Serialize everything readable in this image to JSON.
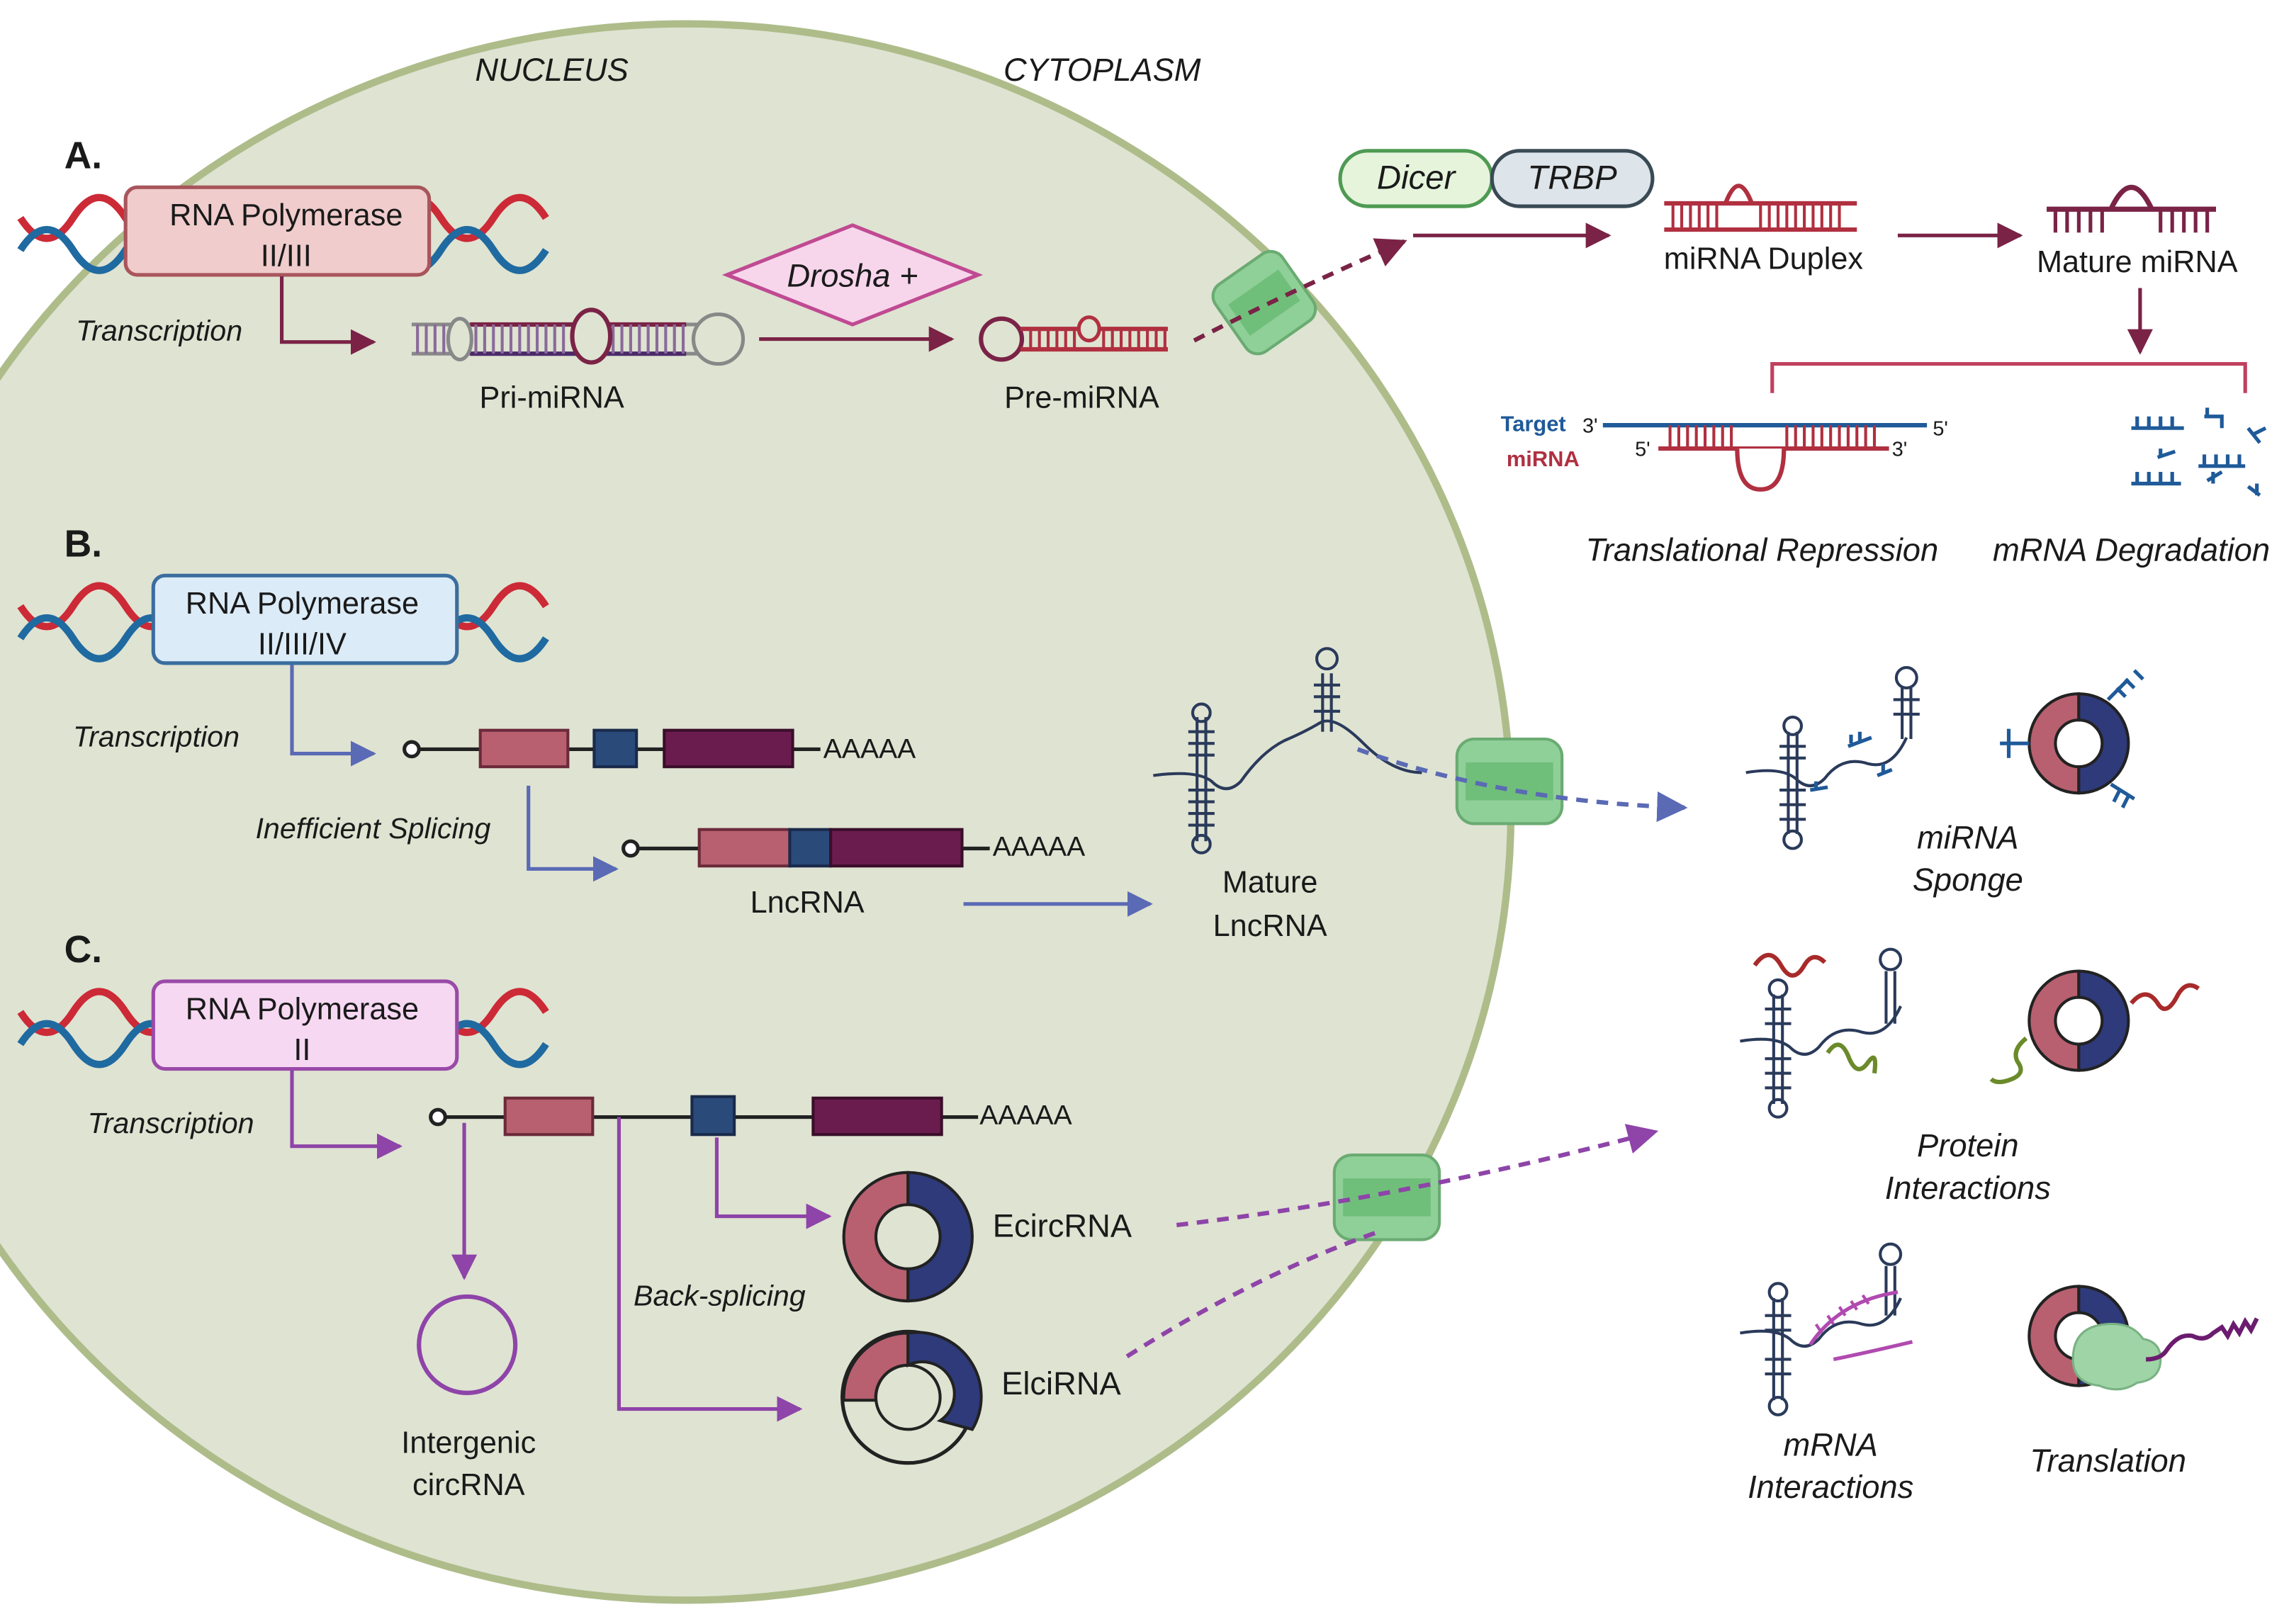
{
  "compartments": {
    "nucleus": "NUCLEUS",
    "cytoplasm": "CYTOPLASM"
  },
  "panels": {
    "a": {
      "letter": "A.",
      "polymerase": [
        "RNA Polymerase",
        "II/III"
      ],
      "transcription": "Transcription",
      "pri": "Pri-miRNA",
      "drosha": "Drosha +",
      "pre": "Pre-miRNA",
      "dicer": "Dicer",
      "trbp": "TRBP",
      "duplex": "miRNA Duplex",
      "mature": "Mature miRNA",
      "target": "Target",
      "mirna": "miRNA",
      "p3a": "3'",
      "p5a": "5'",
      "p5b": "5'",
      "p3b": "3'",
      "repression": "Translational Repression",
      "degradation": "mRNA Degradation"
    },
    "b": {
      "letter": "B.",
      "polymerase": [
        "RNA Polymerase",
        "II/III/IV"
      ],
      "transcription": "Transcription",
      "polya1": "AAAAA",
      "splicing": "Inefficient Splicing",
      "polya2": "AAAAA",
      "lnc": "LncRNA",
      "mature": [
        "Mature",
        "LncRNA"
      ]
    },
    "c": {
      "letter": "C.",
      "polymerase": [
        "RNA Polymerase",
        "II"
      ],
      "transcription": "Transcription",
      "polya": "AAAAA",
      "ecirc": "EcircRNA",
      "back": "Back-splicing",
      "elci": "ElciRNA",
      "intergenic": [
        "Intergenic",
        "circRNA"
      ]
    }
  },
  "functions": {
    "sponge": [
      "miRNA",
      "Sponge"
    ],
    "protein": [
      "Protein",
      "Interactions"
    ],
    "mrna": [
      "mRNA",
      "Interactions"
    ],
    "translation": "Translation"
  },
  "colors": {
    "cell_fill": "#dfe3d2",
    "cell_border": "#aebc8a",
    "pore": "#8fcf98",
    "dna_red": "#cc2a36",
    "dna_blue": "#1f6aa0",
    "mirna_arrow": "#7a2346",
    "lnc_arrow": "#5a6ab5",
    "circ_arrow": "#8e44a8",
    "exon_pink": "#b8606f",
    "exon_navy": "#2a4a7a",
    "exon_plum": "#6b1c4e",
    "circ_navy": "#2e3a7a",
    "dicer_fill": "#e6f4dc",
    "trbp_fill": "#dde4ea",
    "drosha_fill": "#f7d6ec"
  }
}
